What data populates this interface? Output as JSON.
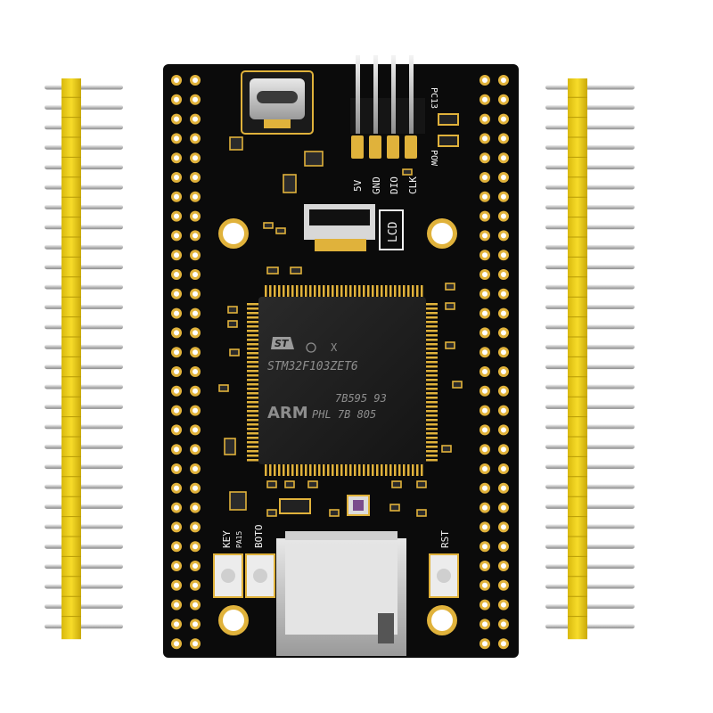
{
  "board": {
    "chip": {
      "vendor_mark": "ST",
      "suffix_mark": "X",
      "part_number": "STM32F103ZET6",
      "lot_code": "7B595 93",
      "origin_code": "PHL 7B 805",
      "core_logo": "ARM"
    },
    "labels": {
      "lcd": "LCD",
      "pin_5v": "5V",
      "pin_gnd": "GND",
      "pin_dio": "DIO",
      "pin_clk": "CLK",
      "pc13": "PC13",
      "pow": "POW",
      "key": "KEY",
      "pa15": "PA15",
      "boot0": "BOTO",
      "rst": "RST"
    },
    "colors": {
      "pcb": "#0b0b0b",
      "pad_gold": "#e0b23b",
      "header_plastic": "#f2d21c",
      "pin_metal": "#c9c9c9",
      "silkscreen": "#f2f2f2"
    },
    "loose_header_pin_count": 28
  }
}
